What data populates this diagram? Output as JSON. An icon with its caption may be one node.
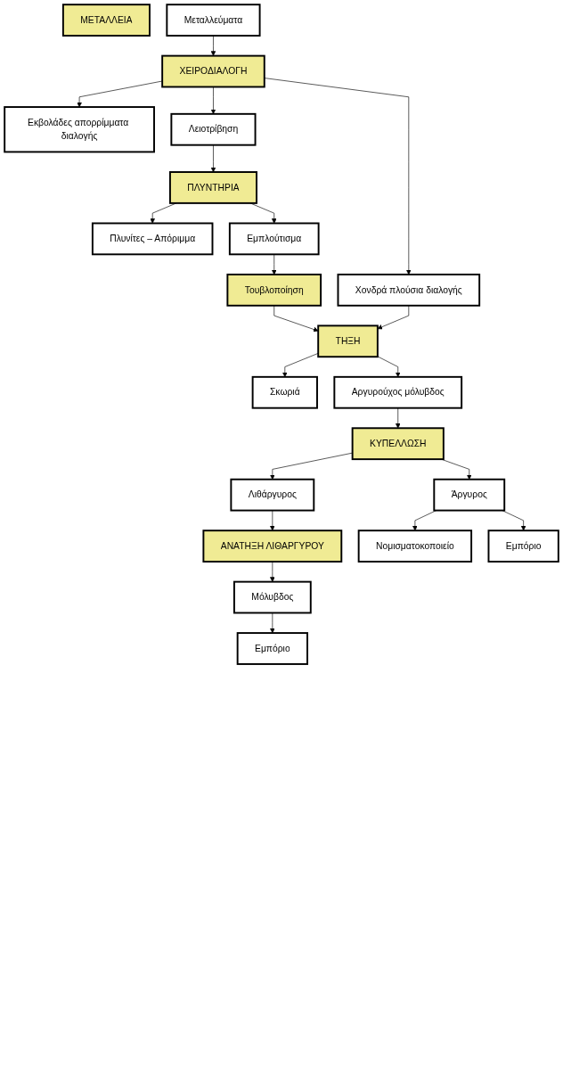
{
  "diagram": {
    "nodes": [
      {
        "text": [
          "ΜΕΤΑΛΛΕΙΑ"
        ]
      },
      {
        "text": [
          "Μεταλλεύματα"
        ]
      },
      {
        "text": [
          "ΧΕΙΡΟΔΙΑΛΟΓΗ"
        ]
      },
      {
        "text": [
          "Εκβολάδες απορρίμματα διαλογής"
        ]
      },
      {
        "text": [
          "Λειοτρίβηση"
        ]
      },
      {
        "text": [
          "ΠΛΥΝΤΗΡΙΑ"
        ]
      },
      {
        "text": [
          "Πλυνίτες – Απόριμμα"
        ]
      },
      {
        "text": [
          "Χονδρά πλούσια διαλογής"
        ]
      },
      {
        "text": [
          "Εμπλούτισμα"
        ]
      },
      {
        "text": [
          "Τουβλοποίηση"
        ]
      },
      {
        "text": [
          "ΤΗΞΗ"
        ]
      },
      {
        "text": [
          "Σκωριά"
        ]
      },
      {
        "text": [
          "Αργυρούχος μόλυβδος"
        ]
      },
      {
        "text": [
          "ΚΥΠΕΛΛΩΣΗ"
        ]
      },
      {
        "text": [
          "Λιθάργυρος"
        ]
      },
      {
        "text": [
          "ΑΝΑΤΗΞΗ ΛΙΘΑΡΓΥΡΟΥ"
        ]
      },
      {
        "text": [
          "Μόλυβδος"
        ]
      },
      {
        "text": [
          "Άργυρος"
        ]
      },
      {
        "text": [
          "Εμπόριο"
        ]
      },
      {
        "text": [
          "Νομισματοκοποιείο"
        ]
      },
      {
        "text": [
          "Εμπόριο"
        ]
      }
    ],
    "edges": [
      {
        "from": 1,
        "to": 2,
        "arrow": "to"
      },
      {
        "from": 2,
        "to": 3,
        "arrow": "to"
      },
      {
        "from": 2,
        "to": 4,
        "arrow": "to"
      },
      {
        "from": 2,
        "to": 7,
        "arrow": "to"
      },
      {
        "from": 4,
        "to": 5,
        "arrow": "to"
      },
      {
        "from": 5,
        "to": 6,
        "arrow": "to"
      },
      {
        "from": 5,
        "to": 8,
        "arrow": "to"
      },
      {
        "from": 8,
        "to": 9,
        "arrow": "to"
      },
      {
        "from": 9,
        "to": 10,
        "arrow": "to"
      },
      {
        "from": 7,
        "to": 10,
        "arrow": "to"
      },
      {
        "from": 10,
        "to": 11,
        "arrow": "to"
      },
      {
        "from": 10,
        "to": 12,
        "arrow": "to"
      },
      {
        "from": 12,
        "to": 13,
        "arrow": "to"
      },
      {
        "from": 13,
        "to": 14,
        "arrow": "to"
      },
      {
        "from": 13,
        "to": 17,
        "arrow": "to"
      },
      {
        "from": 14,
        "to": 15,
        "arrow": "to"
      },
      {
        "from": 15,
        "to": 16,
        "arrow": "to"
      },
      {
        "from": 16,
        "to": 18,
        "arrow": "to"
      },
      {
        "from": 17,
        "to": 19,
        "arrow": "to"
      },
      {
        "from": 17,
        "to": 20,
        "arrow": "to"
      }
    ]
  }
}
